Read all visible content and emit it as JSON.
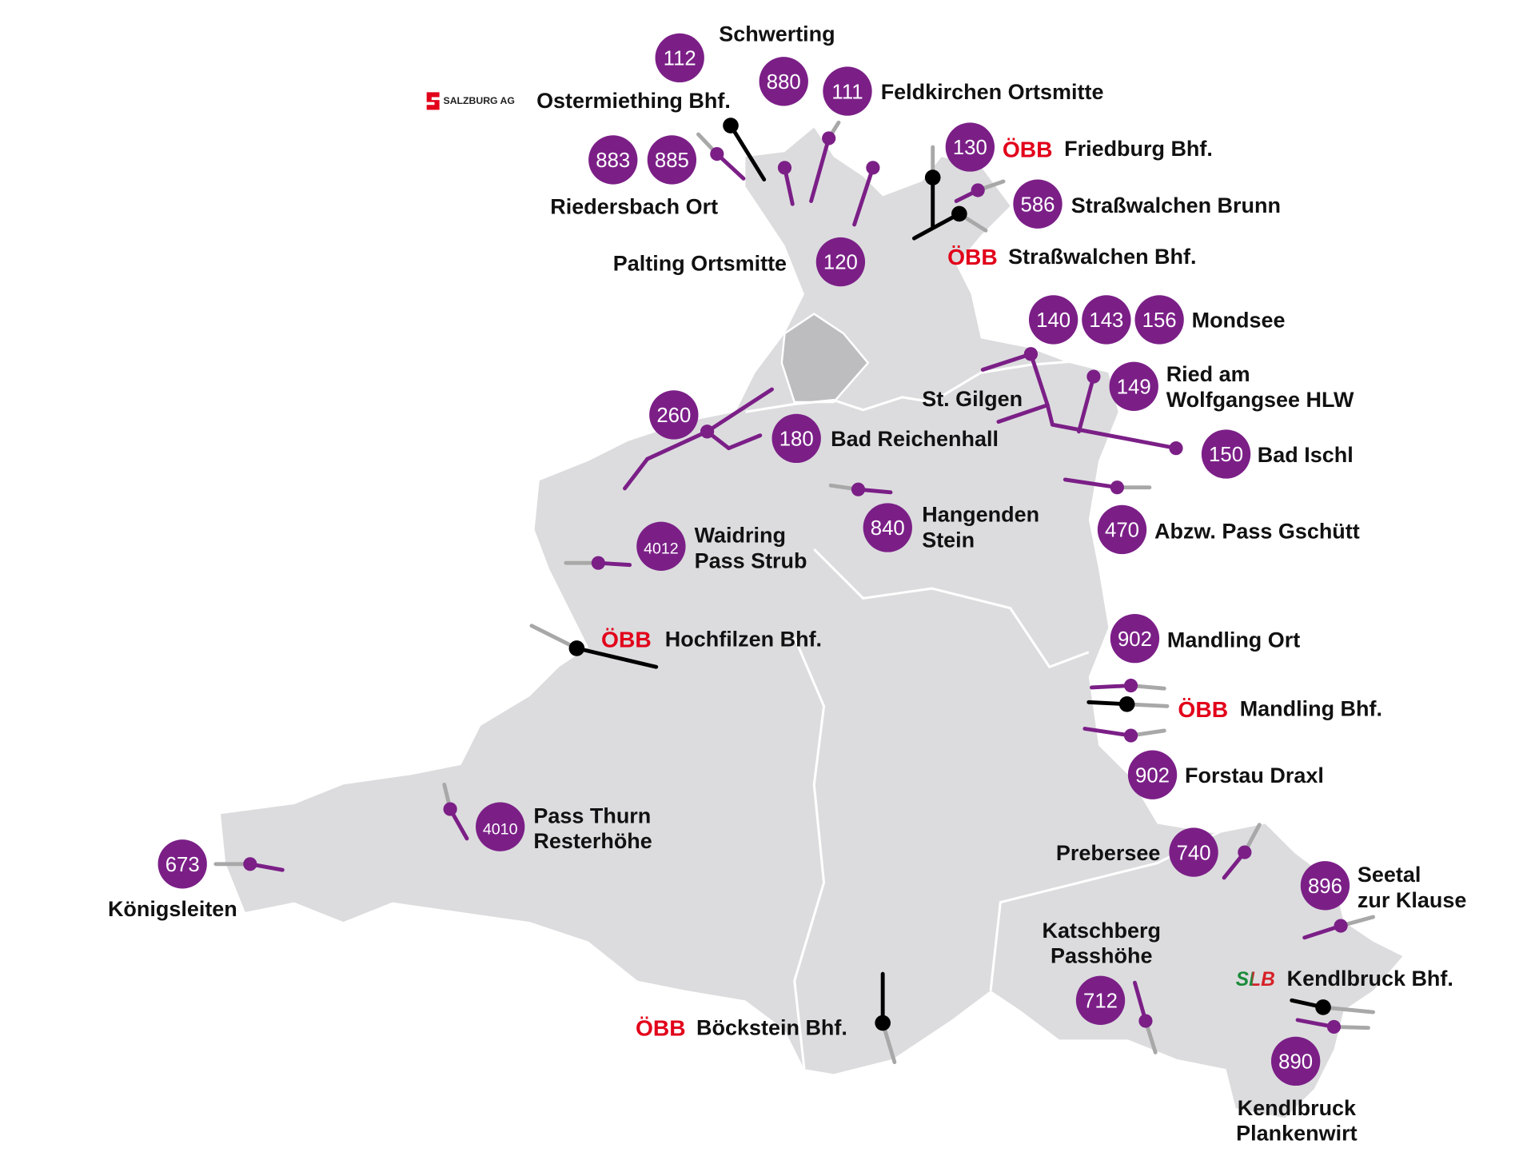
{
  "colors": {
    "badge": "#7b1f87",
    "land": "#dcdcde",
    "city": "#bdbdbf",
    "rail": "#000000",
    "extension": "#a8a8a8",
    "obb_red": "#e2001a",
    "slb_green": "#1a8c3a",
    "slb_red": "#d62027"
  },
  "logos": {
    "obb": "ÖBB",
    "slb": "SLB",
    "salzburg_ag": "SALZBURG AG"
  },
  "badges": [
    "112",
    "880",
    "111",
    "883",
    "885",
    "130",
    "586",
    "120",
    "140",
    "143",
    "156",
    "149",
    "260",
    "180",
    "150",
    "840",
    "470",
    "4012",
    "902",
    "902",
    "4010",
    "673",
    "740",
    "896",
    "712",
    "890"
  ],
  "stops": [
    {
      "lines": [
        "Schwerting"
      ]
    },
    {
      "lines": [
        "Ostermiething Bhf."
      ],
      "operator": "SALZBURG AG"
    },
    {
      "lines": [
        "Feldkirchen Ortsmitte"
      ]
    },
    {
      "lines": [
        "Friedburg Bhf."
      ],
      "operator": "ÖBB"
    },
    {
      "lines": [
        "Straßwalchen Brunn"
      ]
    },
    {
      "lines": [
        "Riedersbach Ort"
      ]
    },
    {
      "lines": [
        "Palting Ortsmitte"
      ]
    },
    {
      "lines": [
        "Straßwalchen Bhf."
      ],
      "operator": "ÖBB"
    },
    {
      "lines": [
        "Mondsee"
      ]
    },
    {
      "lines": [
        "Ried am",
        "Wolfgangsee HLW"
      ]
    },
    {
      "lines": [
        "St. Gilgen"
      ]
    },
    {
      "lines": [
        "Bad Reichenhall"
      ]
    },
    {
      "lines": [
        "Bad Ischl"
      ]
    },
    {
      "lines": [
        "Hangenden",
        "Stein"
      ]
    },
    {
      "lines": [
        "Abzw. Pass Gschütt"
      ]
    },
    {
      "lines": [
        "Waidring",
        "Pass Strub"
      ]
    },
    {
      "lines": [
        "Hochfilzen Bhf."
      ],
      "operator": "ÖBB"
    },
    {
      "lines": [
        "Mandling Ort"
      ]
    },
    {
      "lines": [
        "Mandling Bhf."
      ],
      "operator": "ÖBB"
    },
    {
      "lines": [
        "Forstau Draxl"
      ]
    },
    {
      "lines": [
        "Pass Thurn",
        "Resterhöhe"
      ]
    },
    {
      "lines": [
        "Königsleiten"
      ]
    },
    {
      "lines": [
        "Prebersee"
      ]
    },
    {
      "lines": [
        "Seetal",
        "zur Klause"
      ]
    },
    {
      "lines": [
        "Katschberg",
        "Passhöhe"
      ]
    },
    {
      "lines": [
        "Kendlbruck Bhf."
      ],
      "operator": "SLB"
    },
    {
      "lines": [
        "Böckstein Bhf."
      ],
      "operator": "ÖBB"
    },
    {
      "lines": [
        "Kendlbruck",
        "Plankenwirt"
      ]
    }
  ]
}
